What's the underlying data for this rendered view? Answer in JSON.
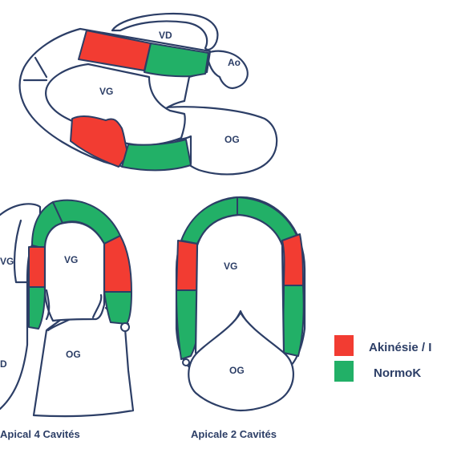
{
  "colors": {
    "akinesia": "#f23c32",
    "normal": "#22b067",
    "outline": "#2c3e66",
    "text": "#2c3e66"
  },
  "parasternal": {
    "label_vd": "VD",
    "label_ao": "Ao",
    "label_vg": "VG",
    "label_og": "OG"
  },
  "apical4": {
    "label_vg_left": "VG",
    "label_vg": "VG",
    "label_vd": "D",
    "label_og": "OG",
    "caption": "Apical 4 Cavités"
  },
  "apical2": {
    "label_vg": "VG",
    "label_og": "OG",
    "caption": "Apicale 2 Cavités"
  },
  "legend": {
    "items": [
      {
        "label": "Akinésie / I",
        "color": "#f23c32",
        "icon": "red-square"
      },
      {
        "label": "NormoK",
        "color": "#22b067",
        "icon": "green-square"
      }
    ]
  }
}
